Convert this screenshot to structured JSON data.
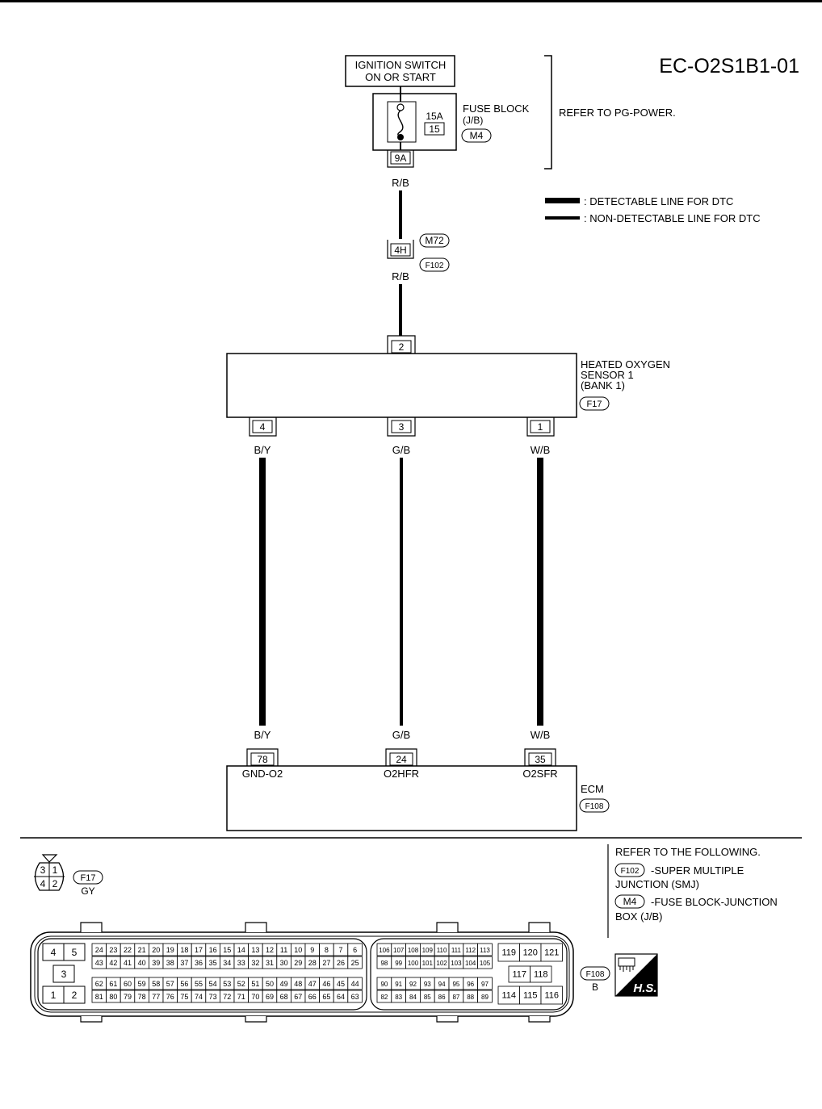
{
  "diagram_id": "EC-O2S1B1-01",
  "ignition_switch": {
    "line1": "IGNITION SWITCH",
    "line2": "ON OR START"
  },
  "fuse_block": {
    "amperage": "15A",
    "fuse_number": "15",
    "label_line1": "FUSE BLOCK",
    "label_line2": "(J/B)",
    "connector": "M4",
    "terminal": "9A",
    "refer": "REFER TO PG-POWER."
  },
  "legend": {
    "detectable": ": DETECTABLE LINE FOR DTC",
    "non_detectable": ": NON-DETECTABLE LINE FOR DTC"
  },
  "joint": {
    "terminal": "4H",
    "connector_top": "M72",
    "connector_bottom": "F102"
  },
  "wire_colors": {
    "rb": "R/B",
    "by": "B/Y",
    "gb": "G/B",
    "wb": "W/B"
  },
  "sensor": {
    "label_line1": "HEATED OXYGEN",
    "label_line2": "SENSOR 1",
    "label_line3": "(BANK 1)",
    "connector": "F17",
    "power_terminal": "2",
    "terminals": [
      "4",
      "3",
      "1"
    ]
  },
  "ecm": {
    "label": "ECM",
    "connector": "F108",
    "terminals": [
      "78",
      "24",
      "35"
    ],
    "signals": [
      "GND-O2",
      "O2HFR",
      "O2SFR"
    ]
  },
  "refer_following": {
    "title": "REFER TO THE FOLLOWING.",
    "item1_connector": "F102",
    "item1_line1": "-SUPER MULTIPLE",
    "item1_line2": "JUNCTION (SMJ)",
    "item2_connector": "M4",
    "item2_line1": "-FUSE BLOCK-JUNCTION",
    "item2_line2": "BOX (J/B)"
  },
  "f17_connector": {
    "id": "F17",
    "color": "GY",
    "pins": [
      "3",
      "1",
      "4",
      "2"
    ]
  },
  "f108_connector": {
    "id": "F108",
    "color": "B",
    "left_pins": [
      "4",
      "5",
      "3",
      "1",
      "2"
    ],
    "row1": [
      "24",
      "23",
      "22",
      "21",
      "20",
      "19",
      "18",
      "17",
      "16",
      "15",
      "14",
      "13",
      "12",
      "11",
      "10",
      "9",
      "8",
      "7",
      "6"
    ],
    "row2": [
      "43",
      "42",
      "41",
      "40",
      "39",
      "38",
      "37",
      "36",
      "35",
      "34",
      "33",
      "32",
      "31",
      "30",
      "29",
      "28",
      "27",
      "26",
      "25"
    ],
    "row3": [
      "62",
      "61",
      "60",
      "59",
      "58",
      "57",
      "56",
      "55",
      "54",
      "53",
      "52",
      "51",
      "50",
      "49",
      "48",
      "47",
      "46",
      "45",
      "44"
    ],
    "row4": [
      "81",
      "80",
      "79",
      "78",
      "77",
      "76",
      "75",
      "74",
      "73",
      "72",
      "71",
      "70",
      "69",
      "68",
      "67",
      "66",
      "65",
      "64",
      "63"
    ],
    "mid_row1": [
      "106",
      "107",
      "108",
      "109",
      "110",
      "111",
      "112",
      "113"
    ],
    "mid_row2": [
      "98",
      "99",
      "100",
      "101",
      "102",
      "103",
      "104",
      "105"
    ],
    "mid_row3": [
      "90",
      "91",
      "92",
      "93",
      "94",
      "95",
      "96",
      "97"
    ],
    "mid_row4": [
      "82",
      "83",
      "84",
      "85",
      "86",
      "87",
      "88",
      "89"
    ],
    "right_top": [
      "119",
      "120",
      "121"
    ],
    "right_mid": [
      "117",
      "118"
    ],
    "right_bottom": [
      "114",
      "115",
      "116"
    ]
  },
  "hs_badge": "H.S."
}
